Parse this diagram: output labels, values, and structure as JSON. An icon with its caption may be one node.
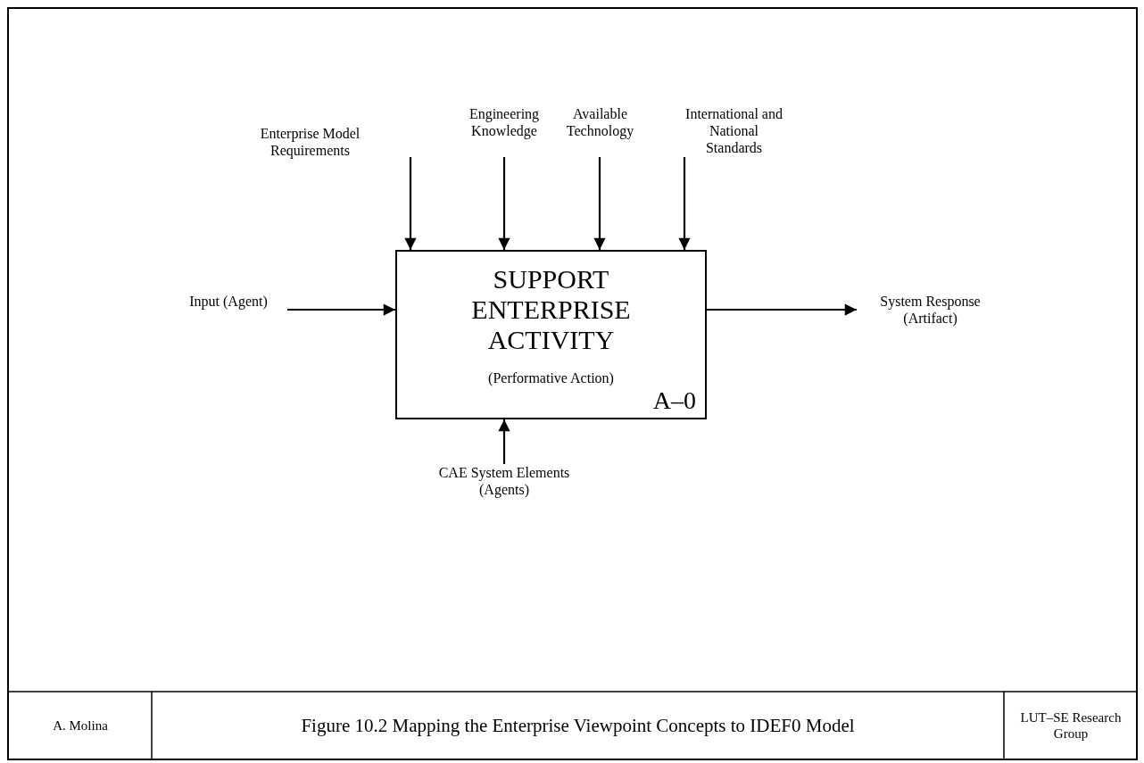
{
  "diagram": {
    "caption": "Figure 10.2 Mapping the Enterprise Viewpoint Concepts to IDEF0 Model",
    "nodes": [
      {
        "text": [
          "Enterprise Model Requirements"
        ]
      },
      {
        "text": [
          "Engineering Knowledge"
        ]
      },
      {
        "text": [
          "Available Technology"
        ]
      },
      {
        "text": [
          "International and National Standards"
        ]
      },
      {
        "text": [
          "SUPPORT ENTERPRISE ACTIVITY",
          "(Performative Action)",
          "A–0"
        ]
      },
      {
        "text": [
          "Input (Agent)"
        ]
      },
      {
        "text": [
          "System Response (Artifact)"
        ]
      },
      {
        "text": [
          "CAE System Elements (Agents)"
        ]
      }
    ],
    "edges": [
      {
        "from": 0,
        "to": 4,
        "arrow": "to"
      },
      {
        "from": 1,
        "to": 4,
        "arrow": "to"
      },
      {
        "from": 2,
        "to": 4,
        "arrow": "to"
      },
      {
        "from": 3,
        "to": 4,
        "arrow": "to"
      },
      {
        "from": 5,
        "to": 4,
        "arrow": "to"
      },
      {
        "from": 4,
        "to": 6,
        "arrow": "to"
      },
      {
        "from": 7,
        "to": 4,
        "arrow": "to"
      }
    ],
    "labels": [
      "A. Molina",
      "LUT–SE Research Group"
    ]
  }
}
